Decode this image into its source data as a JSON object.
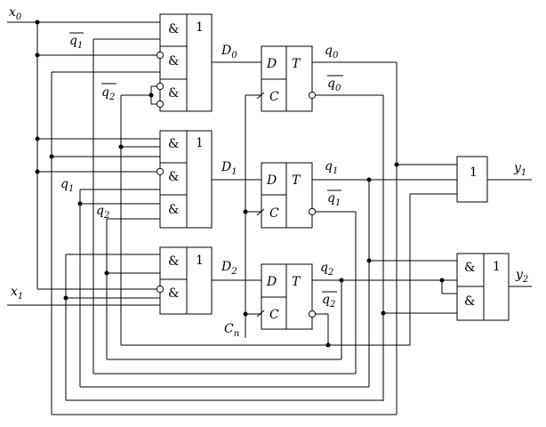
{
  "labels": {
    "x0": {
      "base": "x",
      "sub": "0"
    },
    "x1": {
      "base": "x",
      "sub": "1"
    },
    "q1_bar_a": {
      "base": "q",
      "sub": "1"
    },
    "q2_bar_a": {
      "base": "q",
      "sub": "2"
    },
    "q1_a": {
      "base": "q",
      "sub": "1"
    },
    "q2_a": {
      "base": "q",
      "sub": "2"
    },
    "D0": {
      "base": "D",
      "sub": "0"
    },
    "D1": {
      "base": "D",
      "sub": "1"
    },
    "D2": {
      "base": "D",
      "sub": "2"
    },
    "q0": {
      "base": "q",
      "sub": "0"
    },
    "q0_bar": {
      "base": "q",
      "sub": "0"
    },
    "q1": {
      "base": "q",
      "sub": "1"
    },
    "q1_bar": {
      "base": "q",
      "sub": "1"
    },
    "q2": {
      "base": "q",
      "sub": "2"
    },
    "q2_bar": {
      "base": "q",
      "sub": "2"
    },
    "Cn": {
      "base": "C",
      "sub": "n"
    },
    "y1": {
      "base": "y",
      "sub": "1"
    },
    "y2": {
      "base": "y",
      "sub": "2"
    }
  },
  "gate_symbols": {
    "and": "&",
    "or": "1",
    "d_input": "D",
    "t_output": "T",
    "c_input": "C"
  }
}
